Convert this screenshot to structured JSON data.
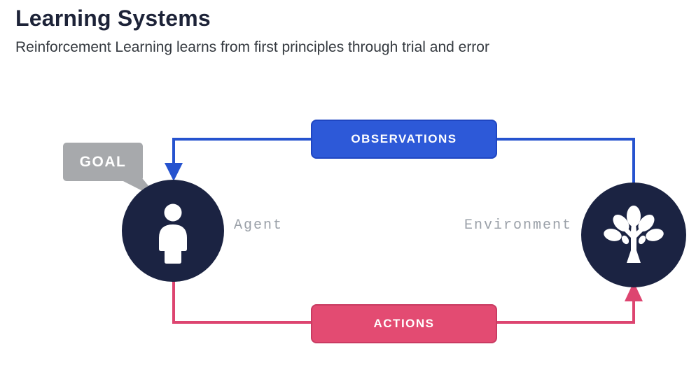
{
  "header": {
    "title": "Learning Systems",
    "subtitle": "Reinforcement Learning learns from first principles through trial and error"
  },
  "diagram": {
    "goal": {
      "label": "GOAL"
    },
    "flows": {
      "observations": {
        "label": "OBSERVATIONS"
      },
      "actions": {
        "label": "ACTIONS"
      }
    },
    "nodes": {
      "agent": {
        "label": "Agent",
        "icon": "person-icon"
      },
      "environment": {
        "label": "Environment",
        "icon": "tree-icon"
      }
    },
    "colors": {
      "observations_fill": "#2d59d8",
      "observations_border": "#1f46c2",
      "observations_line": "#2653cf",
      "actions_fill": "#e34b72",
      "actions_border": "#c93b62",
      "actions_line": "#dd4570",
      "node_fill": "#1b2342",
      "goal_fill": "#a7a9ac",
      "node_label_color": "#9aa0a8",
      "title_color": "#1d2338",
      "subtitle_color": "#34393f"
    }
  }
}
